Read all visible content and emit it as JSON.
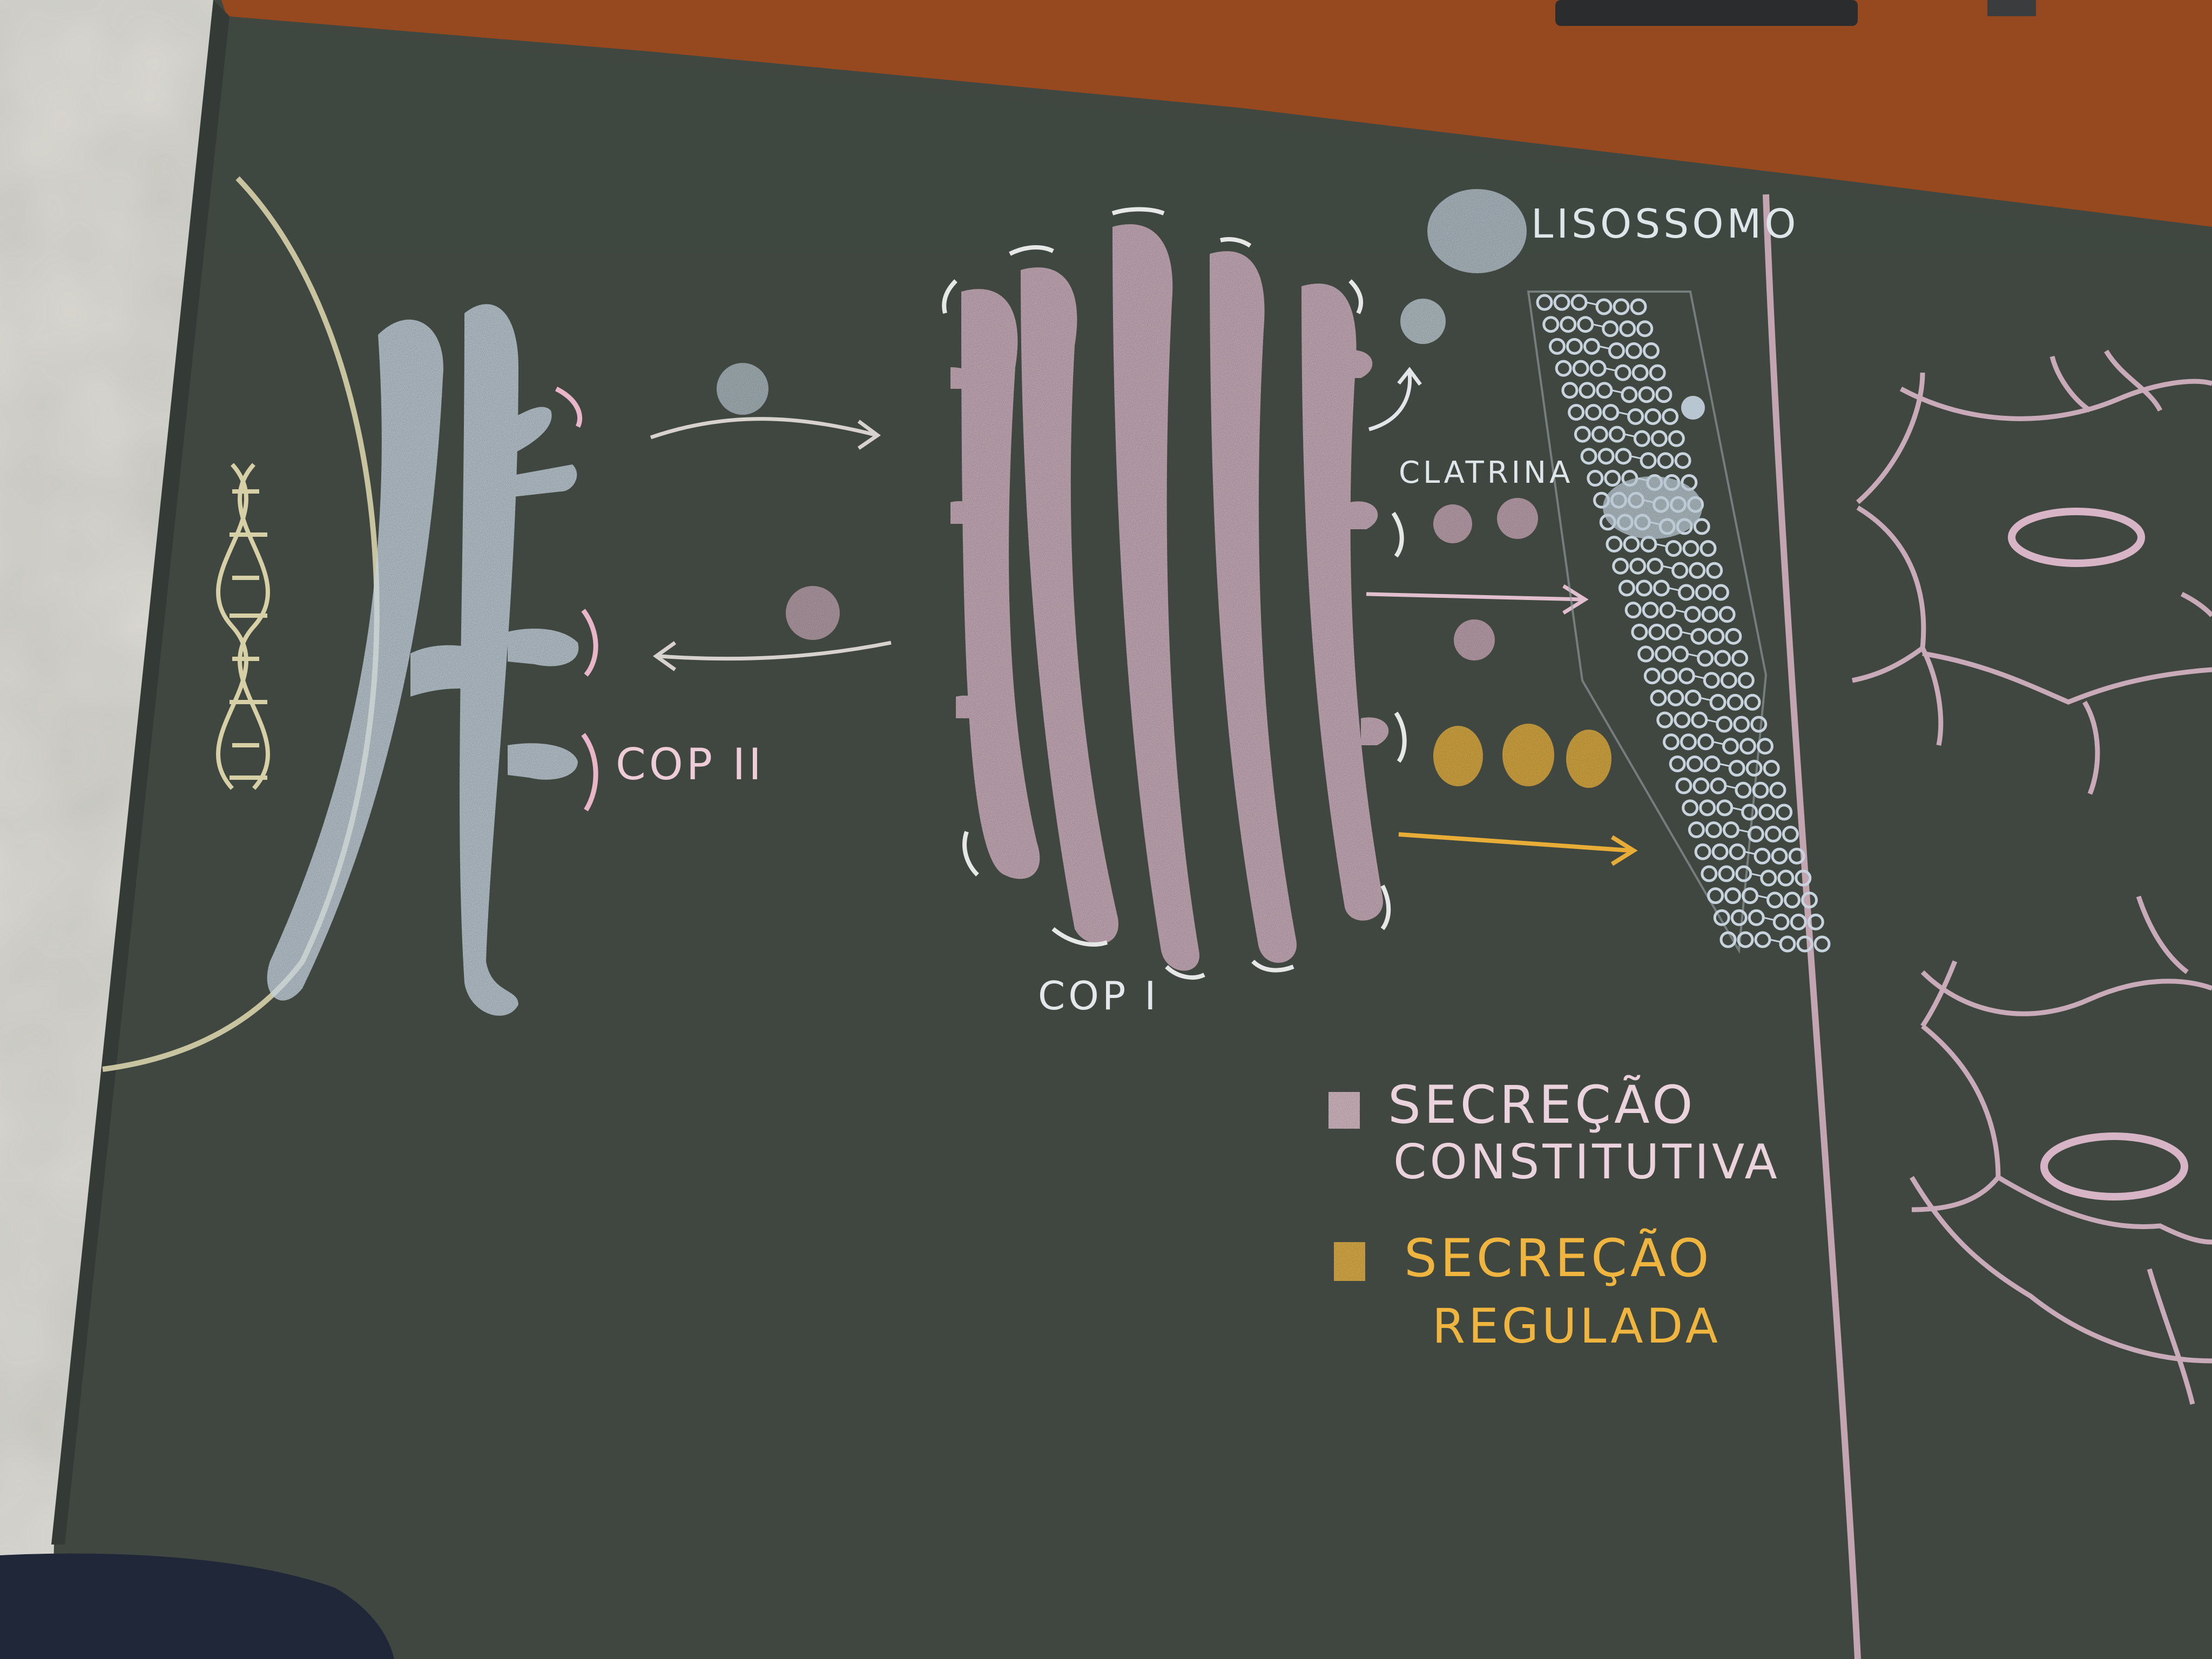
{
  "labels": {
    "lisossomo": "LISOSSOMO",
    "clatrina": "CLATRINA",
    "cop_ii": "COP II",
    "cop_i": "COP I"
  },
  "legend": [
    {
      "line1": "SECREÇÃO",
      "line2": "CONSTITUTIVA",
      "swatch_color": "#e8c4d2"
    },
    {
      "line1": "SECREÇÃO",
      "line2": "REGULADA",
      "swatch_color": "#efb53e"
    }
  ],
  "colors": {
    "board": "#3e4640",
    "frame": "#9b4a22",
    "wall": "#dcd9d3",
    "chalk_blue": "#c6d3df",
    "chalk_pink": "#d9b4c8",
    "chalk_white": "#e8eaea",
    "chalk_yellow": "#efb53e",
    "chalk_cream": "#e4ddb4"
  }
}
